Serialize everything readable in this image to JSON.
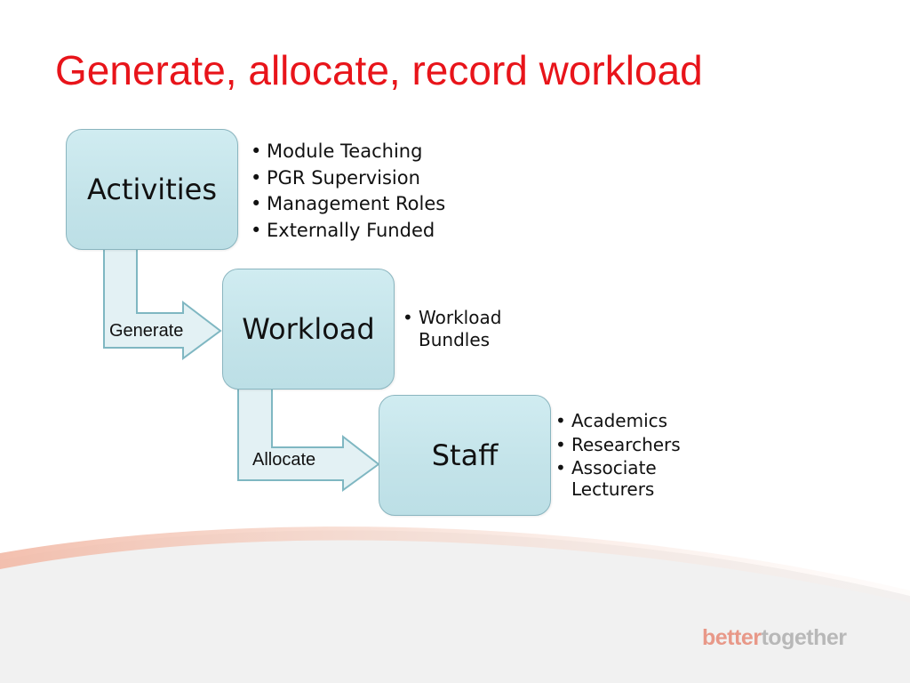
{
  "slide": {
    "title": "Generate, allocate, record workload"
  },
  "diagram": {
    "nodes": [
      {
        "label": "Activities",
        "bullets": [
          "Module Teaching",
          "PGR Supervision",
          "Management Roles",
          "Externally Funded"
        ]
      },
      {
        "label": "Workload",
        "bullets": [
          "Workload Bundles"
        ]
      },
      {
        "label": "Staff",
        "bullets": [
          "Academics",
          "Researchers",
          "Associate Lecturers"
        ]
      }
    ],
    "arrows": [
      {
        "label": "Generate"
      },
      {
        "label": "Allocate"
      }
    ]
  },
  "footer": {
    "logo_part1": "better",
    "logo_part2": "together"
  },
  "colors": {
    "title": "#e8141a",
    "box_fill": "#c8e7ec",
    "box_border": "#8ab5bf",
    "arrow_fill": "#e3f1f4",
    "arrow_stroke": "#7fb7c2"
  }
}
